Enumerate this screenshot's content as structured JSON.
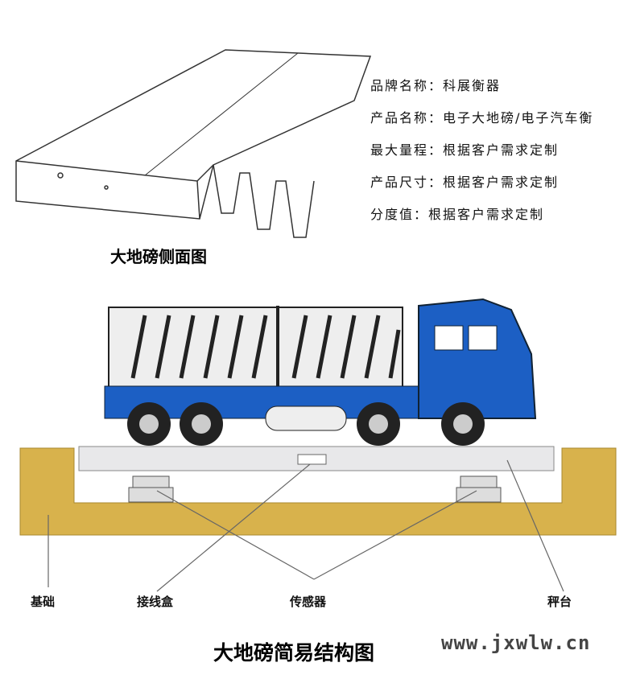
{
  "specs": [
    {
      "label": "品牌名称：",
      "value": "科展衡器"
    },
    {
      "label": "产品名称：",
      "value": "电子大地磅/电子汽车衡"
    },
    {
      "label": "最大量程：",
      "value": "根据客户需求定制"
    },
    {
      "label": "产品尺寸：",
      "value": "根据客户需求定制"
    },
    {
      "label": "分度值：",
      "value": "根据客户需求定制"
    }
  ],
  "side_view_caption": "大地磅侧面图",
  "labels": {
    "foundation": "基础",
    "junction_box": "接线盒",
    "sensor": "传感器",
    "platform": "秤台"
  },
  "structure_caption": "大地磅简易结构图",
  "watermark": "www.jxwlw.cn",
  "colors": {
    "foundation": "#d8b24c",
    "truck_cab": "#1c5fc4",
    "platform": "#e8e8ea"
  }
}
